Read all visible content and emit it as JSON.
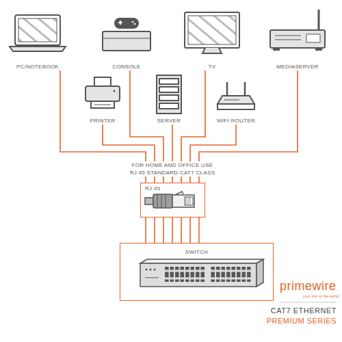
{
  "diagram": {
    "nodes": [
      {
        "text": [
          "PC/NOTEBOOK"
        ]
      },
      {
        "text": [
          "CONSOLE"
        ]
      },
      {
        "text": [
          "TV"
        ]
      },
      {
        "text": [
          "MEDIASERVER"
        ]
      },
      {
        "text": [
          "PRINTER"
        ]
      },
      {
        "text": [
          "SERVER"
        ]
      },
      {
        "text": [
          "WIFI ROUTER"
        ]
      },
      {
        "text": [
          "RJ 45"
        ]
      },
      {
        "text": [
          "SWITCH"
        ]
      }
    ],
    "edges": [
      {
        "from": 0,
        "to": 7,
        "arrow": "none"
      },
      {
        "from": 4,
        "to": 7,
        "arrow": "none"
      },
      {
        "from": 1,
        "to": 7,
        "arrow": "none"
      },
      {
        "from": 5,
        "to": 7,
        "arrow": "none"
      },
      {
        "from": 2,
        "to": 7,
        "arrow": "none"
      },
      {
        "from": 6,
        "to": 7,
        "arrow": "none"
      },
      {
        "from": 3,
        "to": 7,
        "arrow": "none"
      },
      {
        "from": 7,
        "to": 8,
        "arrow": "none"
      },
      {
        "from": 7,
        "to": 8,
        "arrow": "none"
      },
      {
        "from": 7,
        "to": 8,
        "arrow": "none"
      },
      {
        "from": 7,
        "to": 8,
        "arrow": "none"
      },
      {
        "from": 7,
        "to": 8,
        "arrow": "none"
      },
      {
        "from": 7,
        "to": 8,
        "arrow": "none"
      },
      {
        "from": 7,
        "to": 8,
        "arrow": "none"
      }
    ],
    "labels": [
      "FOR HOME AND OFFICE USE",
      "RJ 45 STANDARD CAT7 CLASS",
      "primewire",
      "your link to the world.",
      "CAT7 ETHERNET",
      "PREMIUM SERIES"
    ]
  }
}
